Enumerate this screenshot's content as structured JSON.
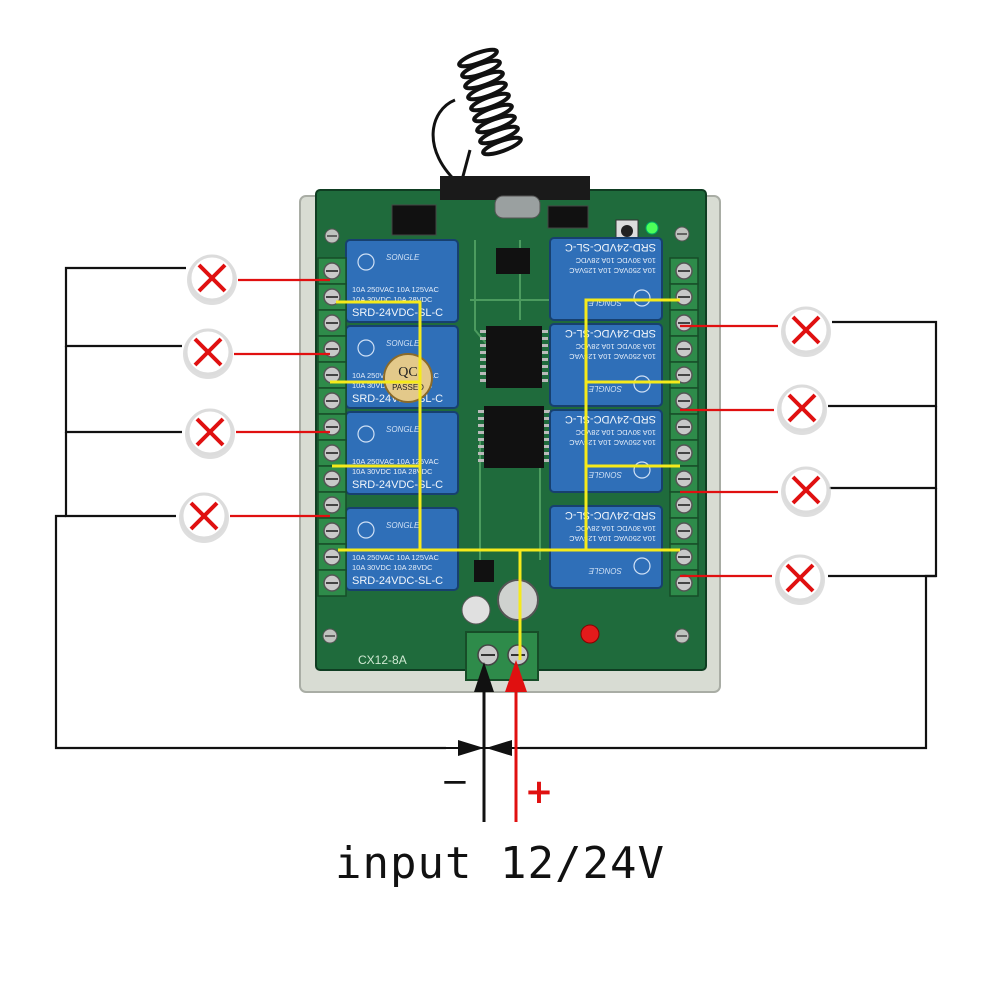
{
  "caption": "input 12/24V",
  "minus_label": "−",
  "plus_label": "+",
  "board_label": "CX12-8A",
  "relay_left": {
    "brand": "SONGLE",
    "rating_1": "10A 250VAC  10A 125VAC",
    "rating_2": "10A 30VDC   10A 28VDC",
    "model": "SRD-24VDC-SL-C"
  },
  "relay_right": {
    "brand": "SONGLE",
    "rating_1": "10A 250VAC  10A 125VAC",
    "rating_2": "10A 30VDC   10A 28VDC",
    "model": "SRD-24VDC-SL-C"
  },
  "qc_sticker": {
    "line_1": "QC",
    "line_2": "PASSED"
  },
  "colors": {
    "board_green": "#1f6b3c",
    "relay_blue": "#2f6fb8",
    "terminal_green": "#2e8b4a",
    "housing_grey": "#d8dcd3",
    "yellow_wire": "#f5ea1b",
    "red_wire": "#e01010",
    "black_wire": "#111111"
  }
}
